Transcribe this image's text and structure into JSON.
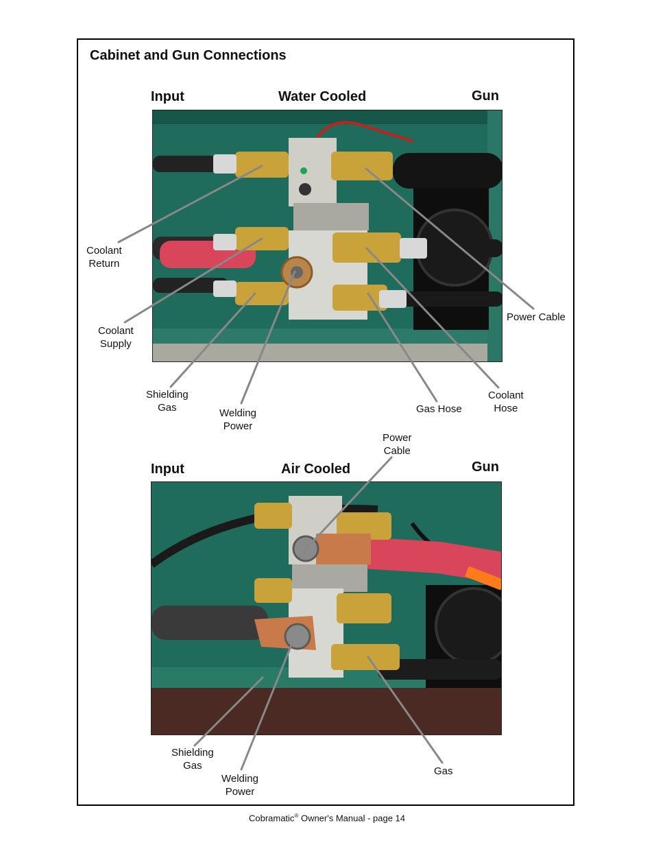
{
  "page": {
    "section_title": "Cabinet and Gun Connections",
    "footer": {
      "brand": "Cobramatic",
      "reg": "®",
      "rest": " Owner's Manual - page 14"
    }
  },
  "water_cooled": {
    "left_heading": "Input",
    "center_heading": "Water Cooled",
    "right_heading": "Gun",
    "labels": {
      "coolant_return": [
        "Coolant",
        "Return"
      ],
      "coolant_supply": [
        "Coolant",
        "Supply"
      ],
      "shielding_gas": [
        "Shielding",
        "Gas"
      ],
      "welding_power": [
        "Welding",
        "Power"
      ],
      "gas_hose": "Gas Hose",
      "coolant_hose": [
        "Coolant",
        "Hose"
      ],
      "power_cable": "Power Cable"
    }
  },
  "air_cooled": {
    "left_heading": "Input",
    "center_heading": "Air Cooled",
    "right_heading": "Gun",
    "labels": {
      "power_cable": [
        "Power",
        "Cable"
      ],
      "shielding_gas": [
        "Shielding",
        "Gas"
      ],
      "welding_power": [
        "Welding",
        "Power"
      ],
      "gas": "Gas"
    }
  },
  "colors": {
    "cabinet_green": "#1f6b5c",
    "brass": "#c9a23a",
    "aluminum": "#c9c9c2",
    "cable_red": "#d9455a",
    "copper": "#c97a4a",
    "leader_line": "#888888"
  }
}
